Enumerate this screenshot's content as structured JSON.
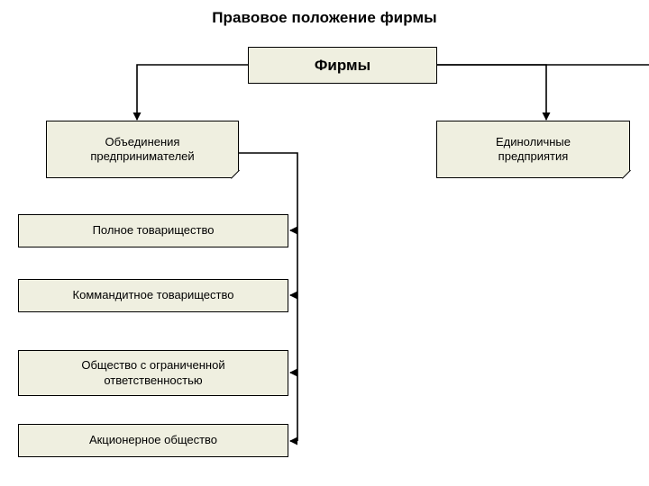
{
  "title": "Правовое положение фирмы",
  "colors": {
    "node_fill": "#efefe0",
    "node_border": "#000000",
    "text": "#000000",
    "background": "#ffffff"
  },
  "nodes": {
    "root": {
      "label": "Фирмы"
    },
    "branch_left": {
      "label": "Объединения\nпредпринимателей"
    },
    "branch_right": {
      "label": "Единоличные\nпредприятия"
    },
    "items": [
      {
        "label": "Полное товарищество"
      },
      {
        "label": "Коммандитное товарищество"
      },
      {
        "label": "Общество с ограниченной\nответственностью"
      },
      {
        "label": "Акционерное общество"
      }
    ]
  },
  "connectors": {
    "root_to_left": "arrow-down-left",
    "root_to_right": "arrow-down-right",
    "left_to_items": "bracket-arrows-left"
  }
}
